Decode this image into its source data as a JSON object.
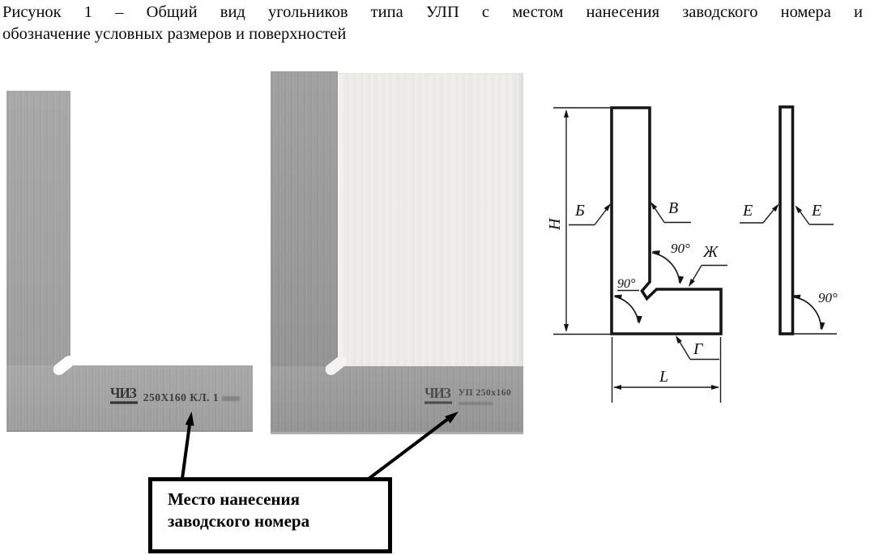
{
  "caption": {
    "line1": "Рисунок 1 – Общий вид угольников типа УЛП с местом нанесения заводского номера и",
    "line2": "обозначение условных размеров и поверхностей"
  },
  "photos": {
    "left": {
      "logo": "ЧИЗ",
      "marking": "250Х160 КЛ. 1"
    },
    "right": {
      "logo": "ЧИЗ",
      "marking": "УП 250х160"
    }
  },
  "callout": {
    "line1": "Место нанесения",
    "line2": "заводского номера"
  },
  "drawing": {
    "front_view": {
      "height_label": "Н",
      "outer_face_label": "Б",
      "inner_face_label": "В",
      "base_top_label": "Ж",
      "base_bottom_label": "Г",
      "length_label": "L",
      "inner_angle": "90°",
      "corner_angle": "90°"
    },
    "side_view": {
      "left_face_label": "Е",
      "right_face_label": "Е",
      "angle": "90°"
    }
  },
  "colors": {
    "metal_gray": "#a4a4a4",
    "photo_inner_light": "#ebeae6",
    "line_black": "#1a1a1a"
  }
}
